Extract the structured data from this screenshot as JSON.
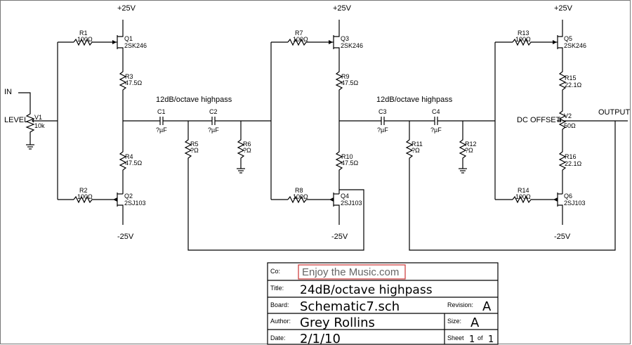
{
  "rails": {
    "pos": "+25V",
    "neg": "-25V"
  },
  "io": {
    "in": "IN",
    "out": "OUTPUT",
    "level": "LEVEL",
    "dc_offset": "DC OFFSET"
  },
  "stages": [
    {
      "title": "12dB/octave highpass"
    },
    {
      "title": "12dB/octave highpass"
    }
  ],
  "parts": {
    "V1": {
      "ref": "V1",
      "value": "10k"
    },
    "R1": {
      "ref": "R1",
      "value": "100Ω"
    },
    "R2": {
      "ref": "R2",
      "value": "100Ω"
    },
    "R3": {
      "ref": "R3",
      "value": "47.5Ω"
    },
    "R4": {
      "ref": "R4",
      "value": "47.5Ω"
    },
    "Q1": {
      "ref": "Q1",
      "value": "2SK246"
    },
    "Q2": {
      "ref": "Q2",
      "value": "2SJ103"
    },
    "C1": {
      "ref": "C1",
      "value": "?µF"
    },
    "C2": {
      "ref": "C2",
      "value": "?µF"
    },
    "R5": {
      "ref": "R5",
      "value": "?Ω"
    },
    "R6": {
      "ref": "R6",
      "value": "?Ω"
    },
    "R7": {
      "ref": "R7",
      "value": "100Ω"
    },
    "R8": {
      "ref": "R8",
      "value": "100Ω"
    },
    "R9": {
      "ref": "R9",
      "value": "47.5Ω"
    },
    "R10": {
      "ref": "R10",
      "value": "47.5Ω"
    },
    "Q3": {
      "ref": "Q3",
      "value": "2SK246"
    },
    "Q4": {
      "ref": "Q4",
      "value": "2SJ103"
    },
    "C3": {
      "ref": "C3",
      "value": "?µF"
    },
    "C4": {
      "ref": "C4",
      "value": "?µF"
    },
    "R11": {
      "ref": "R11",
      "value": "?Ω"
    },
    "R12": {
      "ref": "R12",
      "value": "?Ω"
    },
    "R13": {
      "ref": "R13",
      "value": "100Ω"
    },
    "R14": {
      "ref": "R14",
      "value": "100Ω"
    },
    "R15": {
      "ref": "R15",
      "value": "22.1Ω"
    },
    "R16": {
      "ref": "R16",
      "value": "22.1Ω"
    },
    "Q5": {
      "ref": "Q5",
      "value": "2SK246"
    },
    "Q6": {
      "ref": "Q6",
      "value": "2SJ103"
    },
    "V2": {
      "ref": "V2",
      "value": "50Ω"
    }
  },
  "title_block": {
    "co_label": "Co:",
    "co_value": "Enjoy the Music.com",
    "title_label": "Title:",
    "title_value": "24dB/octave highpass",
    "board_label": "Board:",
    "board_value": "Schematic7.sch",
    "revision_label": "Revision:",
    "revision_value": "A",
    "author_label": "Author:",
    "author_value": "Grey Rollins",
    "size_label": "Size:",
    "size_value": "A",
    "date_label": "Date:",
    "date_value": "2/1/10",
    "sheet_label": "Sheet",
    "sheet_num": "1",
    "sheet_of": "of",
    "sheet_total": "1"
  },
  "colors": {
    "brand_box": "#cc3333",
    "brand_text": "#666666",
    "frame": "#777777"
  }
}
